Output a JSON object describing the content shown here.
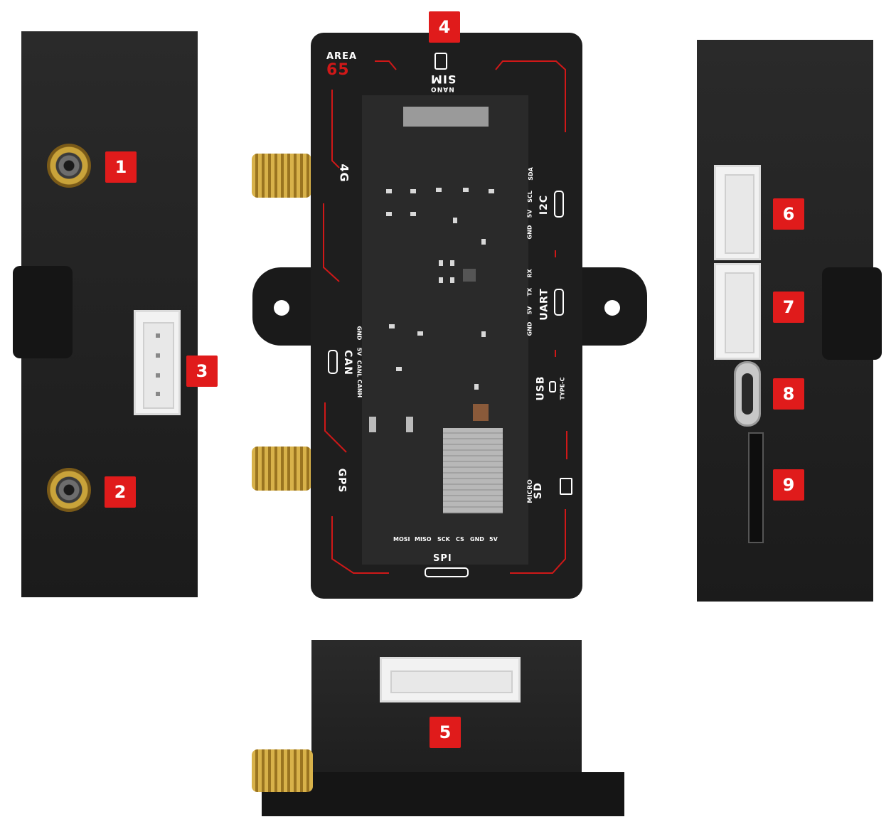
{
  "badges": {
    "b1": "1",
    "b2": "2",
    "b3": "3",
    "b4": "4",
    "b5": "5",
    "b6": "6",
    "b7": "7",
    "b8": "8",
    "b9": "9"
  },
  "board": {
    "logo_top": "AREA",
    "logo_num": "65",
    "sim_label": "SIM",
    "nano_label": "NANO",
    "label_4g": "4G",
    "label_gps": "GPS",
    "label_can": "CAN",
    "label_i2c": "I2C",
    "label_uart": "UART",
    "label_usb": "USB",
    "label_type_c": "TYPE-C",
    "label_micro": "MICRO",
    "label_sd": "SD",
    "label_spi": "SPI",
    "can_pins": [
      "GND",
      "5V",
      "CANL",
      "CANH"
    ],
    "i2c_pins": [
      "GND",
      "5V",
      "SCL",
      "SDA"
    ],
    "uart_pins": [
      "GND",
      "5V",
      "TX",
      "RX"
    ],
    "spi_pins": [
      "MOSI",
      "MISO",
      "SCK",
      "CS",
      "GND",
      "5V"
    ]
  },
  "colors": {
    "accent_red": "#e01b1b",
    "body_dark": "#1f1f1f",
    "gold": "#c9a33a"
  }
}
